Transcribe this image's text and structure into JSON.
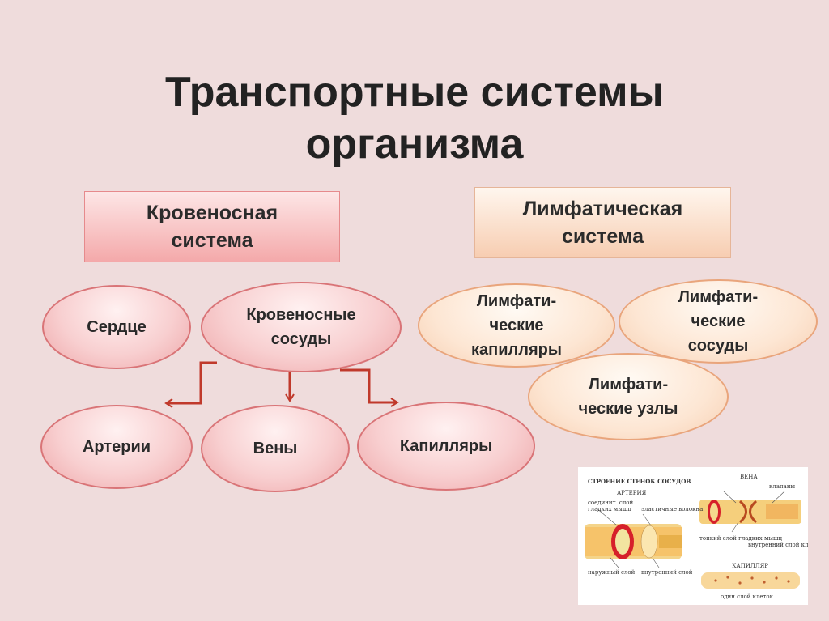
{
  "title": {
    "line1": "Транспортные системы",
    "line2": "организма"
  },
  "blood_system": {
    "header": {
      "line1": "Кровеносная",
      "line2": "система"
    },
    "heart": "Сердце",
    "vessels": {
      "line1": "Кровеносные",
      "line2": "сосуды"
    },
    "arteries": "Артерии",
    "veins": "Вены",
    "capillaries": "Капилляры"
  },
  "lymph_system": {
    "header": {
      "line1": "Лимфатическая",
      "line2": "система"
    },
    "capillaries": {
      "line1": "Лимфати-",
      "line2": "ческие",
      "line3": "капилляры"
    },
    "vessels": {
      "line1": "Лимфати-",
      "line2": "ческие",
      "line3": "сосуды"
    },
    "nodes": {
      "line1": "Лимфати-",
      "line2": "ческие узлы"
    }
  },
  "colors": {
    "background": "#efdcdc",
    "blood_accent": "#d97477",
    "lymph_accent": "#e9a57c",
    "arrow": "#c0392b"
  },
  "vessel_image": {
    "caption_title": "СТРОЕНИЕ СТЕНОК СОСУДОВ",
    "artery": "АРТЕРИЯ",
    "vein": "ВЕНА",
    "capillary": "КАПИЛЛЯР",
    "labels": {
      "connective": "соединит. слой",
      "smooth": "гладких мышц",
      "elastic": "эластичные волокна",
      "outer": "наружный слой",
      "inner": "внутренний слой",
      "valve": "клапаны",
      "thin_smooth": "тонкий слой гладких мышц",
      "inner_cells": "внутренний слой клеток",
      "one_layer": "один слой клеток"
    }
  }
}
